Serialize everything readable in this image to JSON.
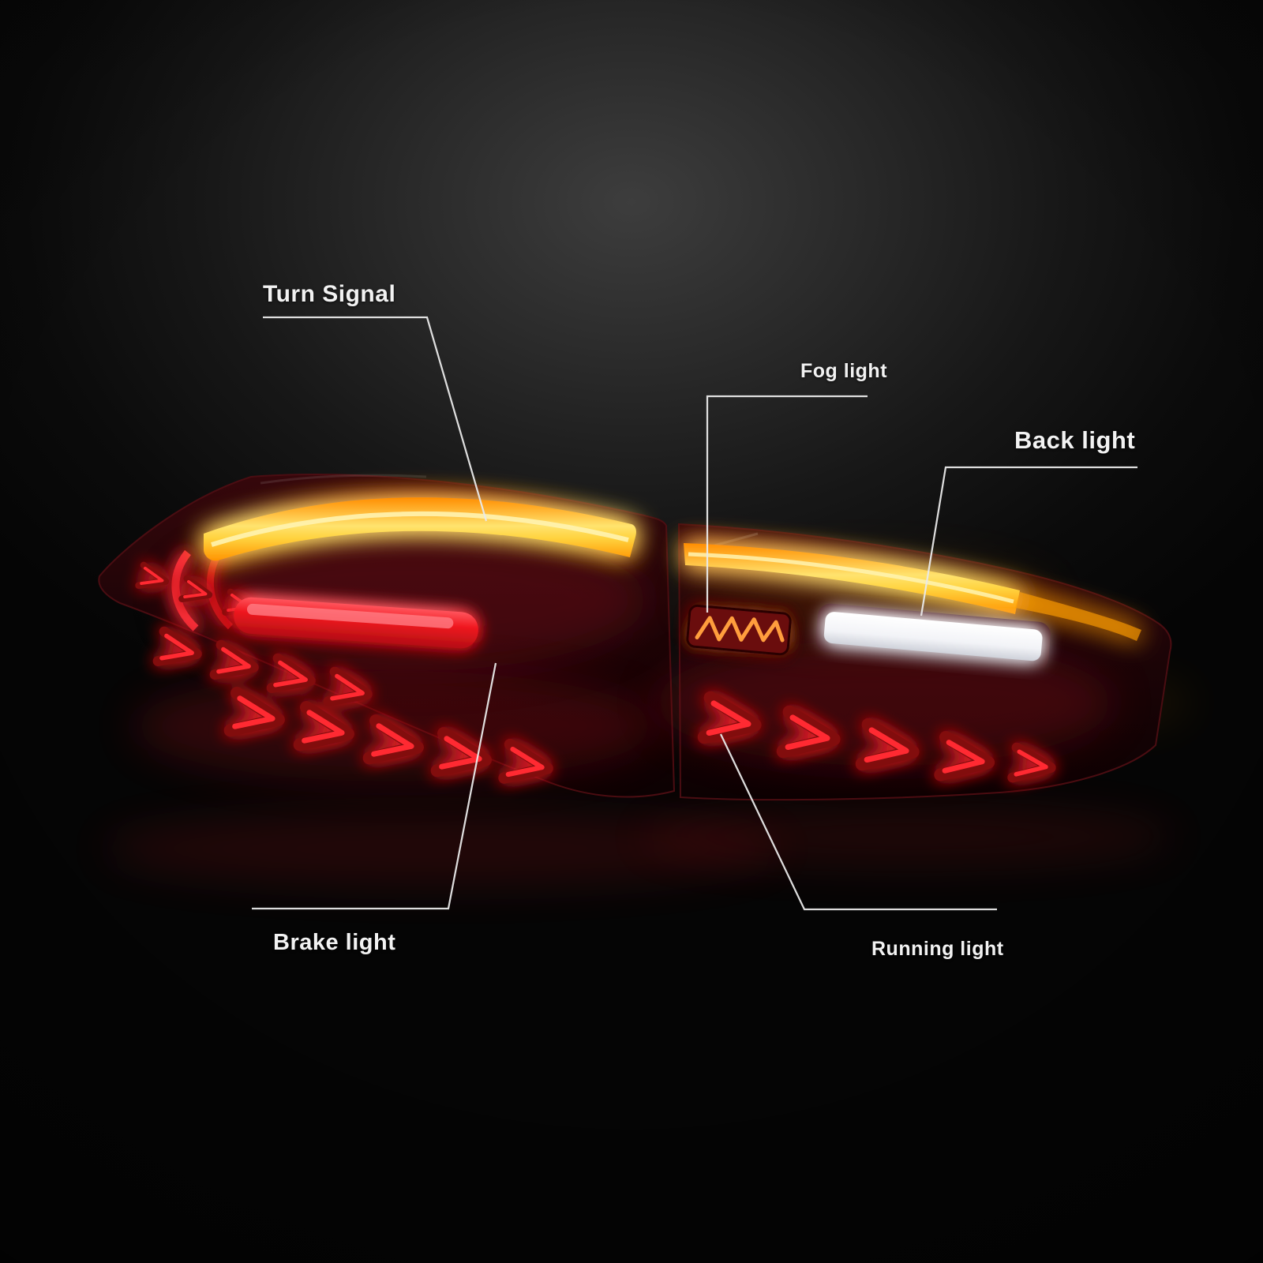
{
  "annotations": {
    "turn_signal": {
      "label": "Turn Signal"
    },
    "fog_light": {
      "label": "Fog light"
    },
    "back_light": {
      "label": "Back light"
    },
    "brake_light": {
      "label": "Brake light"
    },
    "running_light": {
      "label": "Running light"
    }
  },
  "colors": {
    "background": "#111111",
    "label_text": "#f2f2f2",
    "leader_line": "#e9e9e9",
    "turn_signal_amber": "#ffc524",
    "brake_light_red": "#e61319",
    "fog_light_red": "#b3131a",
    "running_light_red": "#d9141b",
    "back_light_white": "#f5f5f7",
    "lamp_housing": "#1c0406"
  }
}
